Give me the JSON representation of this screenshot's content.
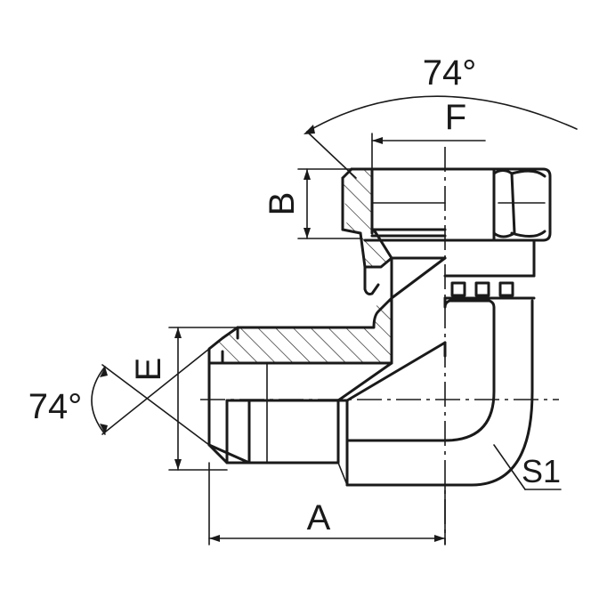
{
  "labels": {
    "angle_top": "74°",
    "angle_left": "74°",
    "dim_f": "F",
    "dim_b": "B",
    "dim_e": "E",
    "dim_a": "A",
    "dim_s1": "S1"
  }
}
